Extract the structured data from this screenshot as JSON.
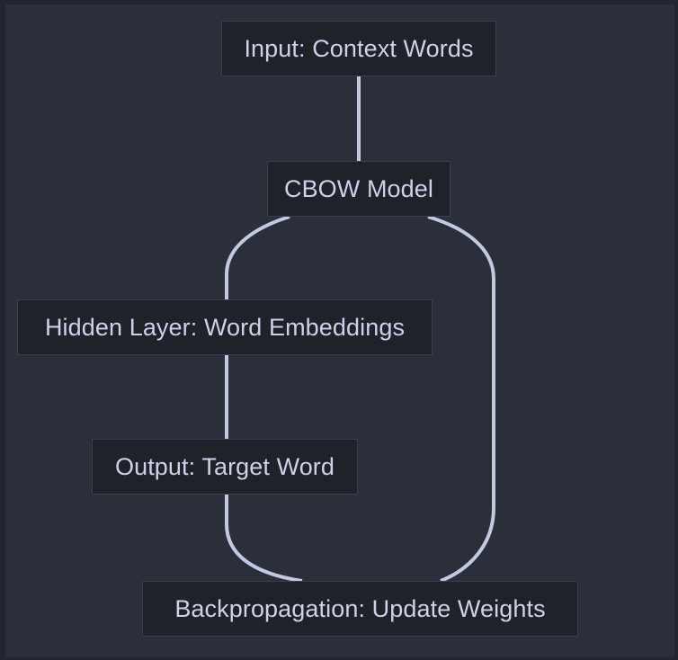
{
  "diagram": {
    "type": "flowchart",
    "title": "CBOW Model Flowchart",
    "background_color": "#2b2f3a",
    "node_fill_color": "#1f2229",
    "node_border_color": "#3b3f4b",
    "node_text_color": "#ccd2e8",
    "edge_color": "#c3c9e0",
    "nodes": [
      {
        "id": "input",
        "label": "Input: Context Words"
      },
      {
        "id": "cbow",
        "label": "CBOW Model"
      },
      {
        "id": "hidden",
        "label": "Hidden Layer: Word Embeddings"
      },
      {
        "id": "output",
        "label": "Output: Target Word"
      },
      {
        "id": "backprop",
        "label": "Backpropagation: Update Weights"
      }
    ],
    "edges": [
      {
        "from": "input",
        "to": "cbow",
        "label": ""
      },
      {
        "from": "cbow",
        "to": "hidden",
        "label": ""
      },
      {
        "from": "hidden",
        "to": "output",
        "label": ""
      },
      {
        "from": "output",
        "to": "backprop",
        "label": ""
      },
      {
        "from": "cbow",
        "to": "backprop",
        "label": ""
      }
    ]
  }
}
